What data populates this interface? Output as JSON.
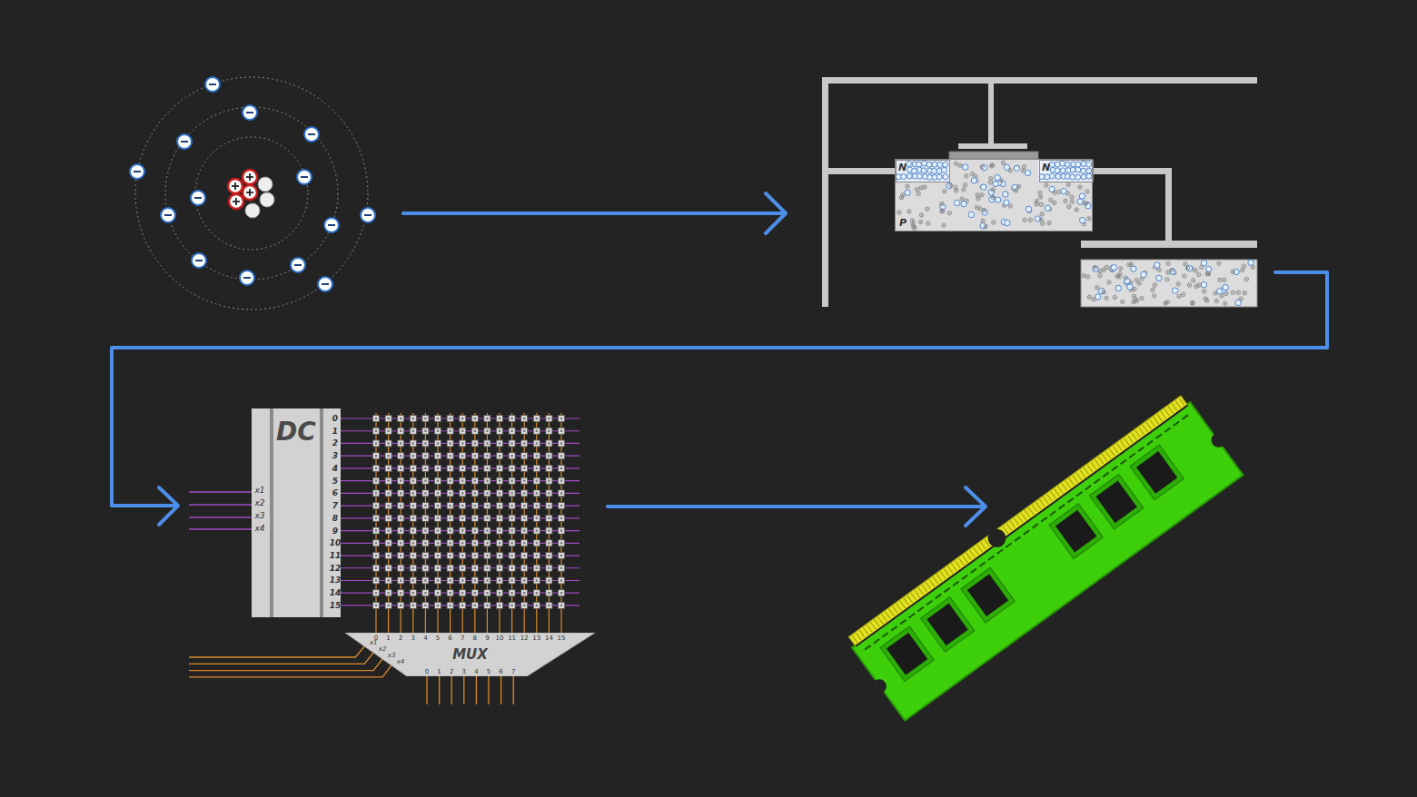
{
  "diagram": {
    "nodes": [
      {
        "text": [
          "P"
        ]
      },
      {
        "text": [
          "N"
        ],
        "in": 0
      },
      {
        "text": [
          "N"
        ],
        "in": 0
      },
      {
        "text": [
          "DC"
        ]
      },
      {
        "text": [
          "MUX"
        ]
      }
    ],
    "labels": [
      "x1",
      "x2",
      "x3",
      "x4",
      "0",
      "1",
      "2",
      "3",
      "4",
      "5",
      "6",
      "7",
      "8",
      "9",
      "10",
      "11",
      "12",
      "13",
      "14",
      "15",
      "0",
      "1",
      "2",
      "3",
      "4",
      "5",
      "6",
      "7",
      "8",
      "9",
      "10",
      "11",
      "12",
      "13",
      "14",
      "15",
      "x1",
      "x2",
      "x3",
      "x4",
      "0",
      "1",
      "2",
      "3",
      "4",
      "5",
      "6",
      "7"
    ]
  }
}
